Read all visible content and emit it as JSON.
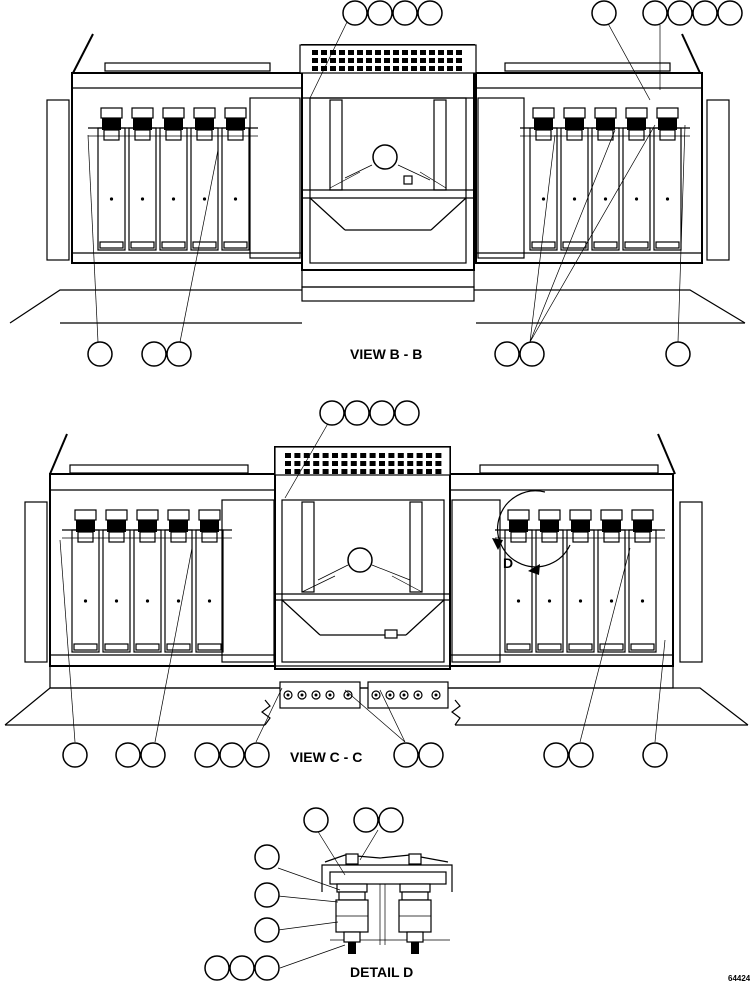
{
  "view_bb": {
    "title": "VIEW B - B"
  },
  "view_cc": {
    "title": "VIEW C - C",
    "detail_callout": "D"
  },
  "detail_d": {
    "title": "DETAIL D"
  },
  "drawing_number": "64424"
}
